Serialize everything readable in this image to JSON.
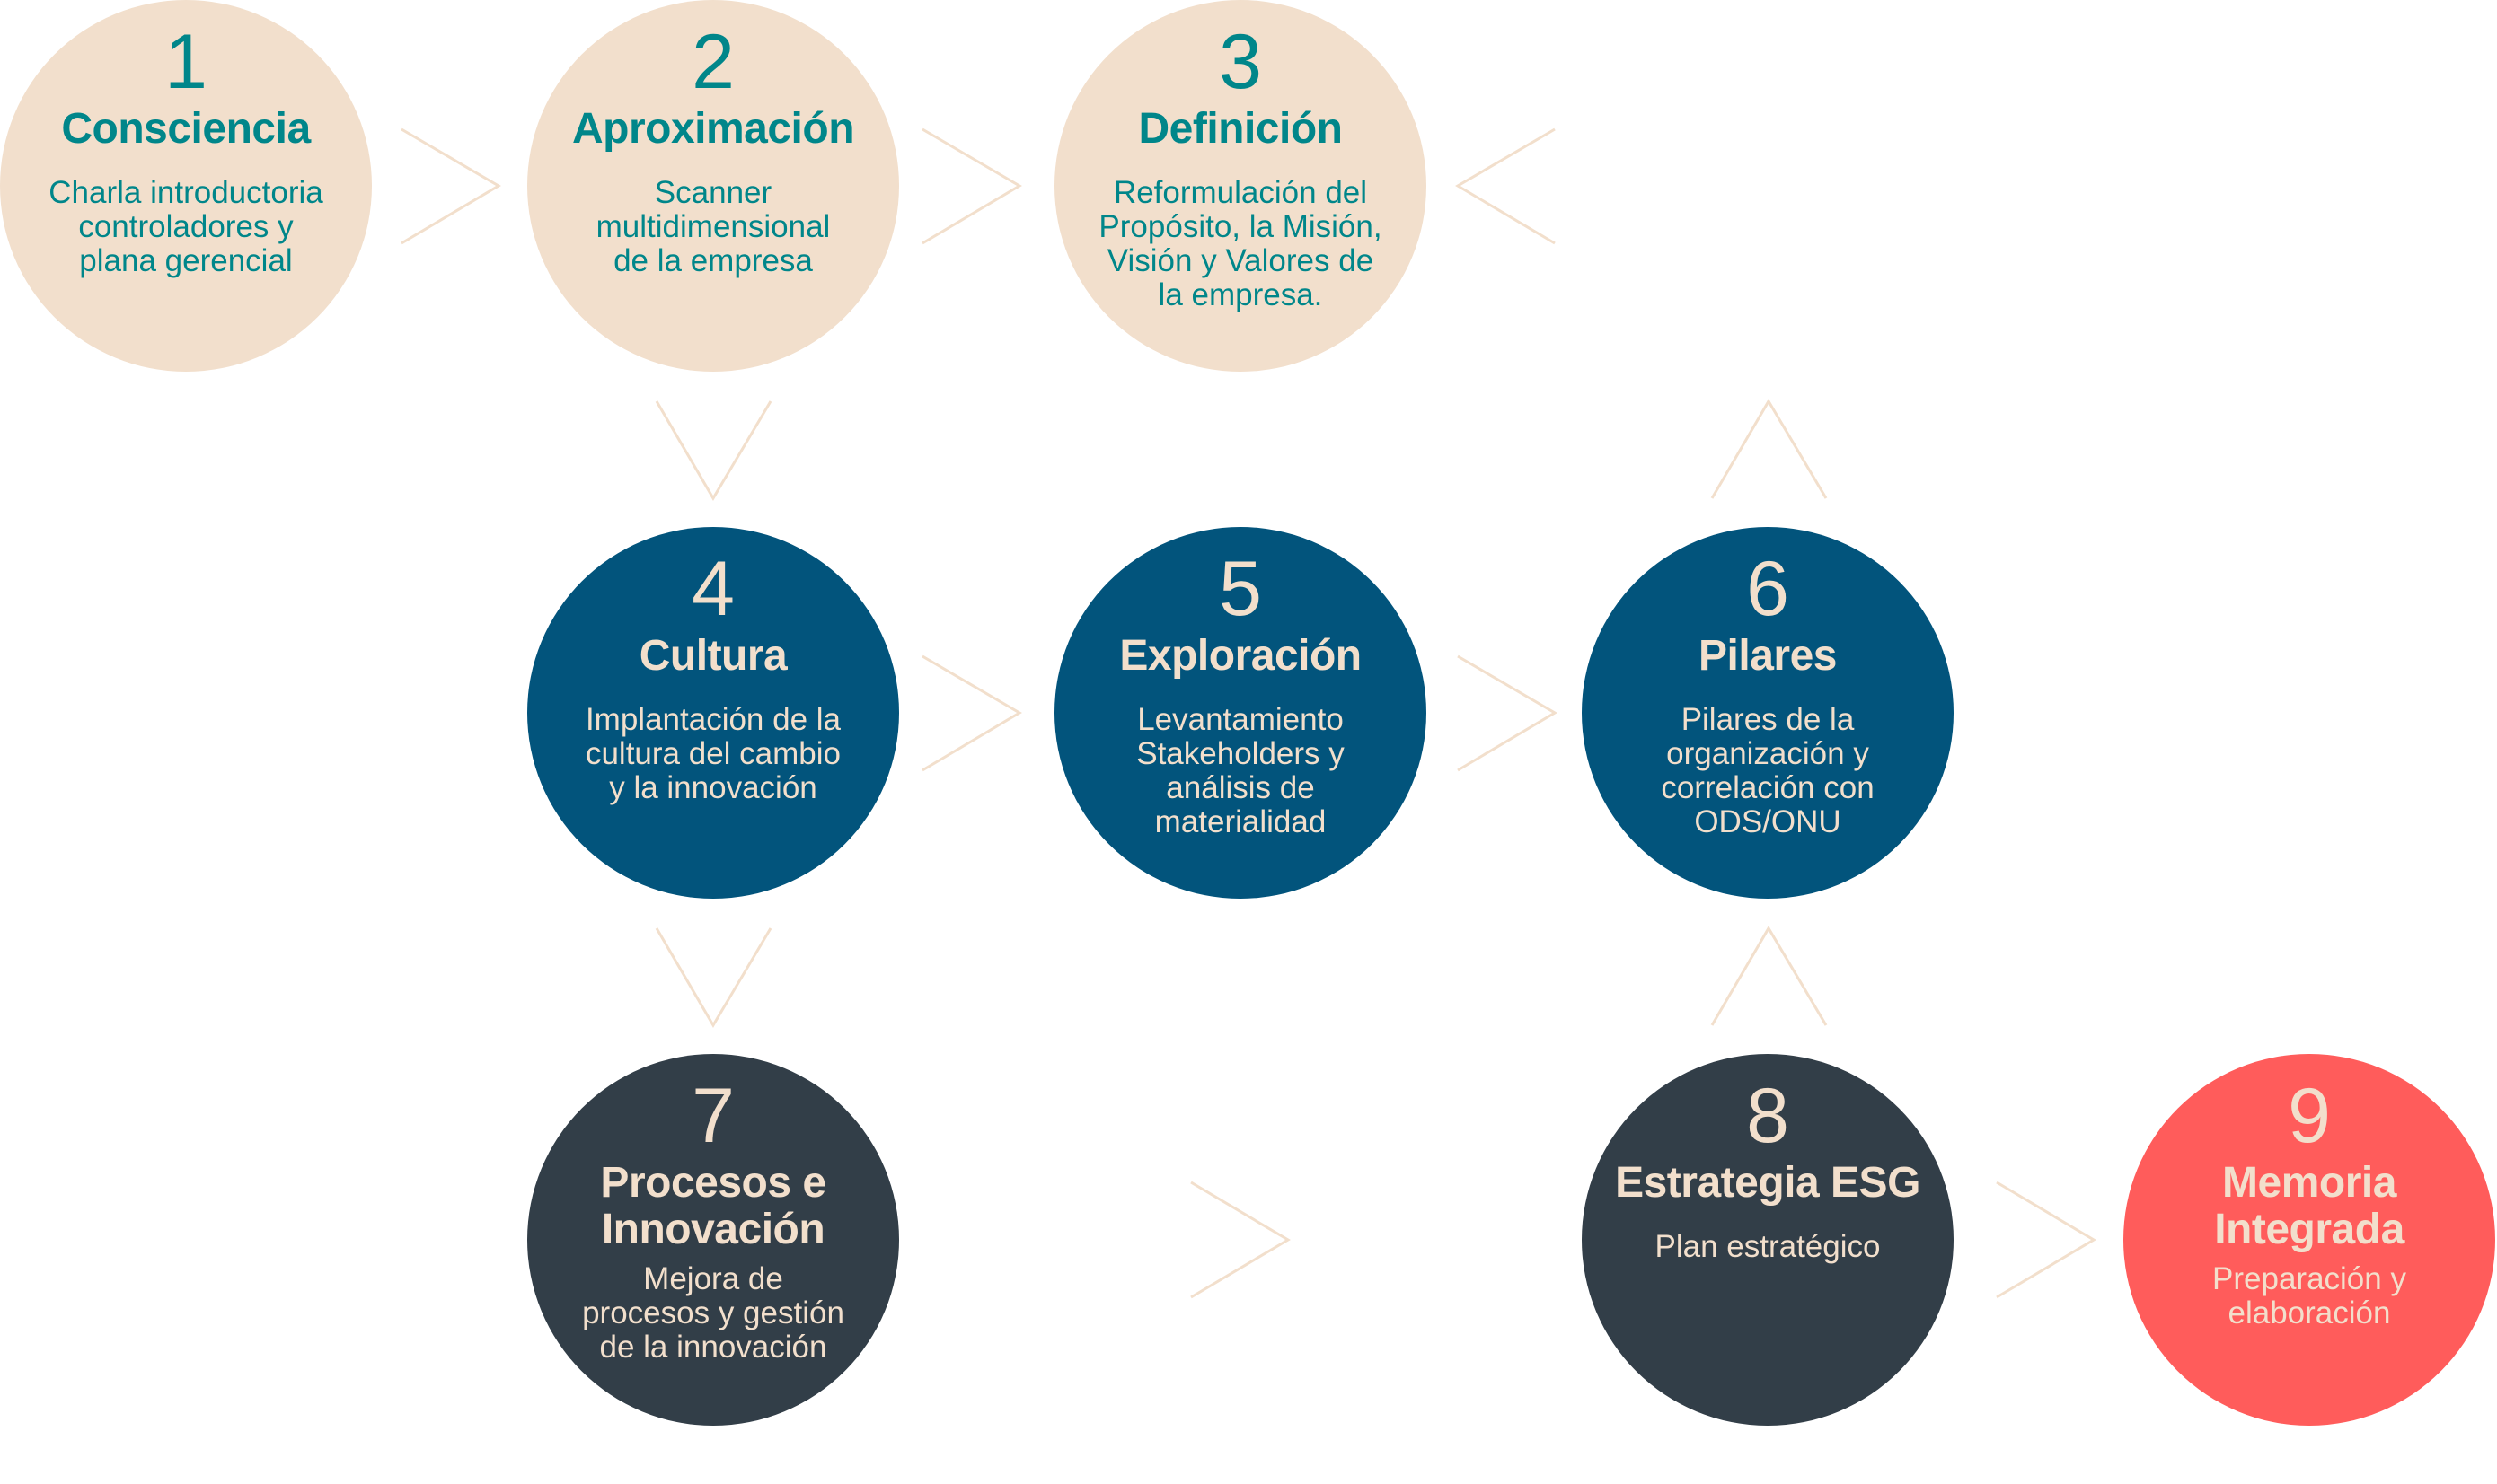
{
  "colors": {
    "beige": "#F2DFCC",
    "teal": "#00868A",
    "blue": "#02547C",
    "dark": "#323E48",
    "coral": "#FF5C5B"
  },
  "steps": [
    {
      "number": "1",
      "title": [
        "Consciencia"
      ],
      "desc": [
        "Charla introductoria",
        "controladores y",
        "plana gerencial"
      ]
    },
    {
      "number": "2",
      "title": [
        "Aproximación"
      ],
      "desc": [
        "Scanner",
        "multidimensional",
        "de la empresa"
      ]
    },
    {
      "number": "3",
      "title": [
        "Definición"
      ],
      "desc": [
        "Reformulación del",
        "Propósito, la Misión,",
        "Visión y Valores de",
        "la empresa."
      ]
    },
    {
      "number": "4",
      "title": [
        "Cultura"
      ],
      "desc": [
        "Implantación de la",
        "cultura del cambio",
        "y la innovación"
      ]
    },
    {
      "number": "5",
      "title": [
        "Exploración"
      ],
      "desc": [
        "Levantamiento",
        "Stakeholders y",
        "análisis de",
        "materialidad"
      ]
    },
    {
      "number": "6",
      "title": [
        "Pilares"
      ],
      "desc": [
        "Pilares de la",
        "organización y",
        "correlación con",
        "ODS/ONU"
      ]
    },
    {
      "number": "7",
      "title": [
        "Procesos e",
        "Innovación"
      ],
      "desc": [
        "Mejora de",
        "procesos y gestión",
        "de la innovación"
      ]
    },
    {
      "number": "8",
      "title": [
        "Estrategia ESG"
      ],
      "desc": [
        "Plan estratégico"
      ]
    },
    {
      "number": "9",
      "title": [
        "Memoria",
        "Integrada"
      ],
      "desc": [
        "Preparación y",
        "elaboración"
      ]
    }
  ]
}
